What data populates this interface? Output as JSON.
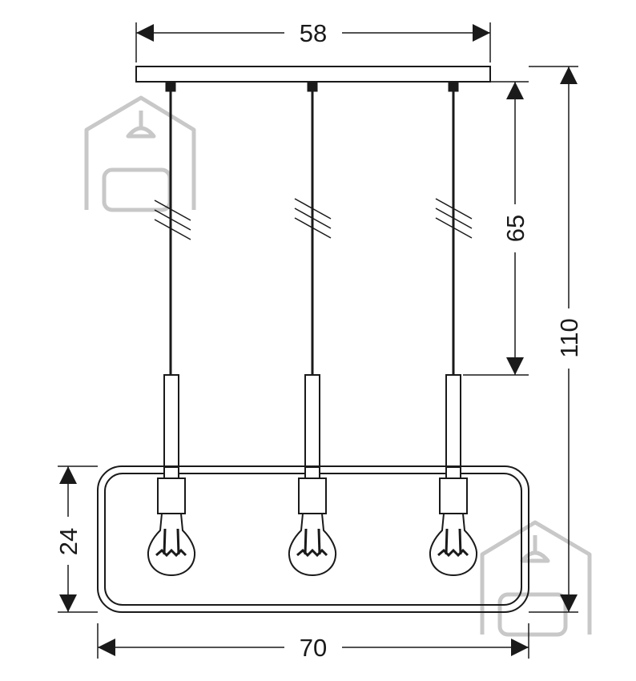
{
  "dimensions": {
    "canopy_width": "58",
    "cable_length": "65",
    "total_height": "110",
    "frame_height": "24",
    "frame_width": "70"
  },
  "lamp": {
    "bulb_count": 3,
    "line_color": "#1a1a1a"
  },
  "watermark": {
    "icon": "house-lamp-watermark-icon",
    "color": "#c8c8c8"
  }
}
